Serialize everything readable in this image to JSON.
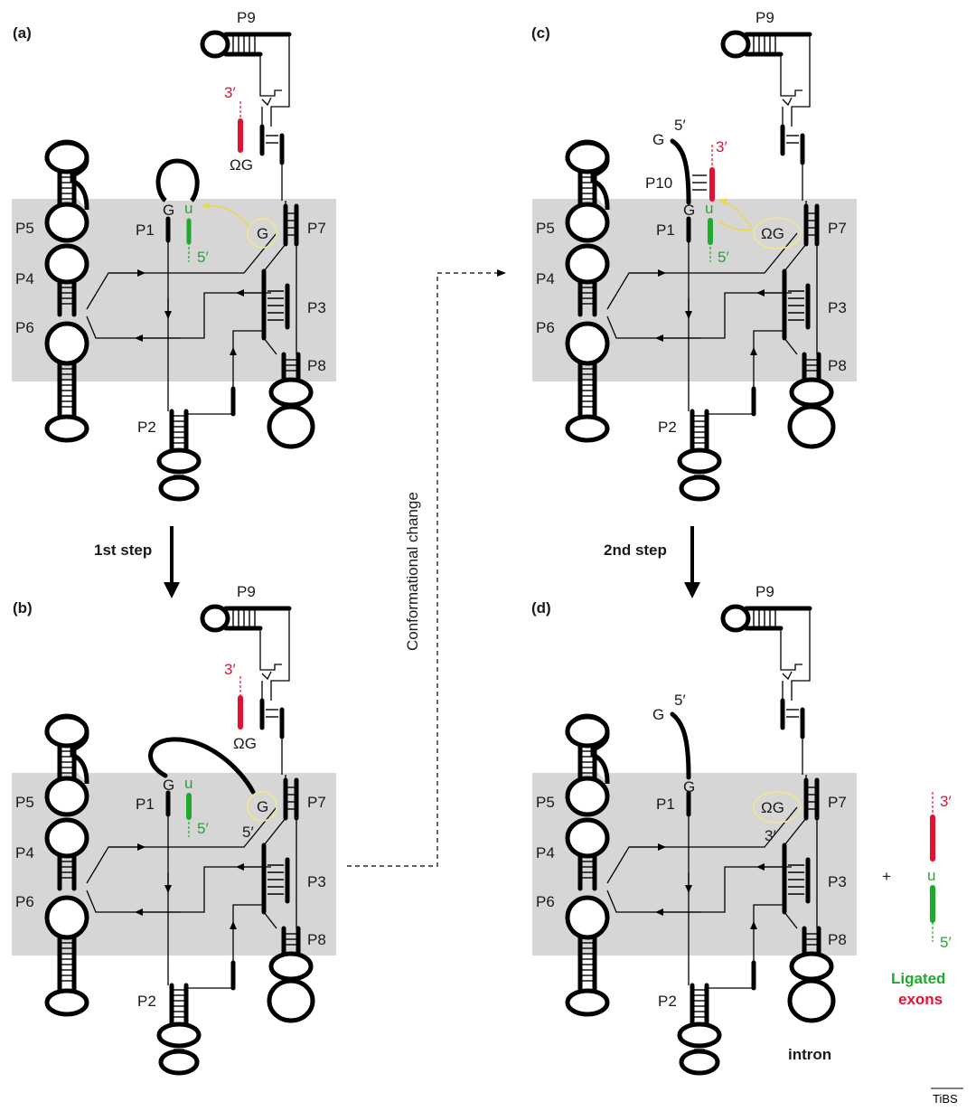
{
  "panels": [
    {
      "id": "a",
      "label": "(a)",
      "p9": "P9",
      "p5": "P5",
      "p4": "P4",
      "p6": "P6",
      "p1": "P1",
      "p7": "P7",
      "p3": "P3",
      "p8": "P8",
      "p2": "P2",
      "three_prime": "3′",
      "five_prime": "5′",
      "omega_g": "ΩG",
      "g_site": "G",
      "g_pair": "G",
      "u_base": "u"
    },
    {
      "id": "b",
      "label": "(b)",
      "p9": "P9",
      "p5": "P5",
      "p4": "P4",
      "p6": "P6",
      "p1": "P1",
      "p7": "P7",
      "p3": "P3",
      "p8": "P8",
      "p2": "P2",
      "three_prime": "3′",
      "five_prime": "5′",
      "omega_g": "ΩG",
      "g_site": "G",
      "g_pair": "G",
      "u_base": "u",
      "g_five_prime": "5′"
    },
    {
      "id": "c",
      "label": "(c)",
      "p9": "P9",
      "p5": "P5",
      "p4": "P4",
      "p6": "P6",
      "p1": "P1",
      "p7": "P7",
      "p3": "P3",
      "p8": "P8",
      "p2": "P2",
      "p10": "P10",
      "three_prime": "3′",
      "five_prime": "5′",
      "omega_g": "ΩG",
      "g_pair": "G",
      "u_base": "u",
      "g_top": "G",
      "top_five_prime": "5′"
    },
    {
      "id": "d",
      "label": "(d)",
      "p9": "P9",
      "p5": "P5",
      "p4": "P4",
      "p6": "P6",
      "p1": "P1",
      "p7": "P7",
      "p3": "P3",
      "p8": "P8",
      "p2": "P2",
      "omega_g": "ΩG",
      "g_pair": "G",
      "g_top": "G",
      "top_five_prime": "5′",
      "three_prime": "3′"
    }
  ],
  "steps": {
    "first": "1st step",
    "second": "2nd step",
    "conformational": "Conformational change"
  },
  "products": {
    "plus": "+",
    "three_prime": "3′",
    "u_base": "u",
    "five_prime": "5′",
    "ligated": "Ligated",
    "exons": "exons",
    "intron": "intron"
  },
  "journal": "TiBS",
  "colors": {
    "exon_3": "#e2112f",
    "exon_5": "#1faa2e",
    "guanosine_circle": "#f3e88a",
    "core_box": "#d6d6d6"
  }
}
